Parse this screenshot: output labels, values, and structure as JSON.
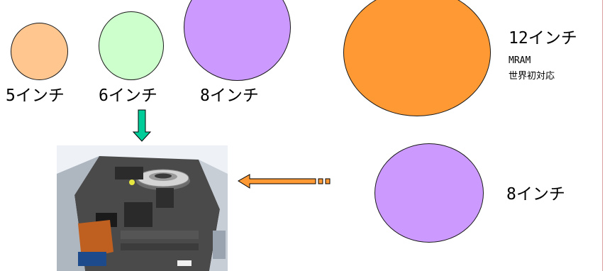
{
  "wafers": [
    {
      "label": "5インチ",
      "color": "#ffc690"
    },
    {
      "label": "6インチ",
      "color": "#ccffcc"
    },
    {
      "label": "8インチ",
      "color": "#cc99ff"
    },
    {
      "label": "12インチ",
      "color": "#ff9933",
      "note_line1": "MRAM",
      "note_line2": "世界初対応"
    },
    {
      "label": "8インチ",
      "color": "#cc99ff"
    }
  ],
  "arrows": {
    "down_color": "#00cc99",
    "left_color": "#ff9933"
  },
  "photo": {
    "icon": "wafer-prober-equipment-photo"
  }
}
